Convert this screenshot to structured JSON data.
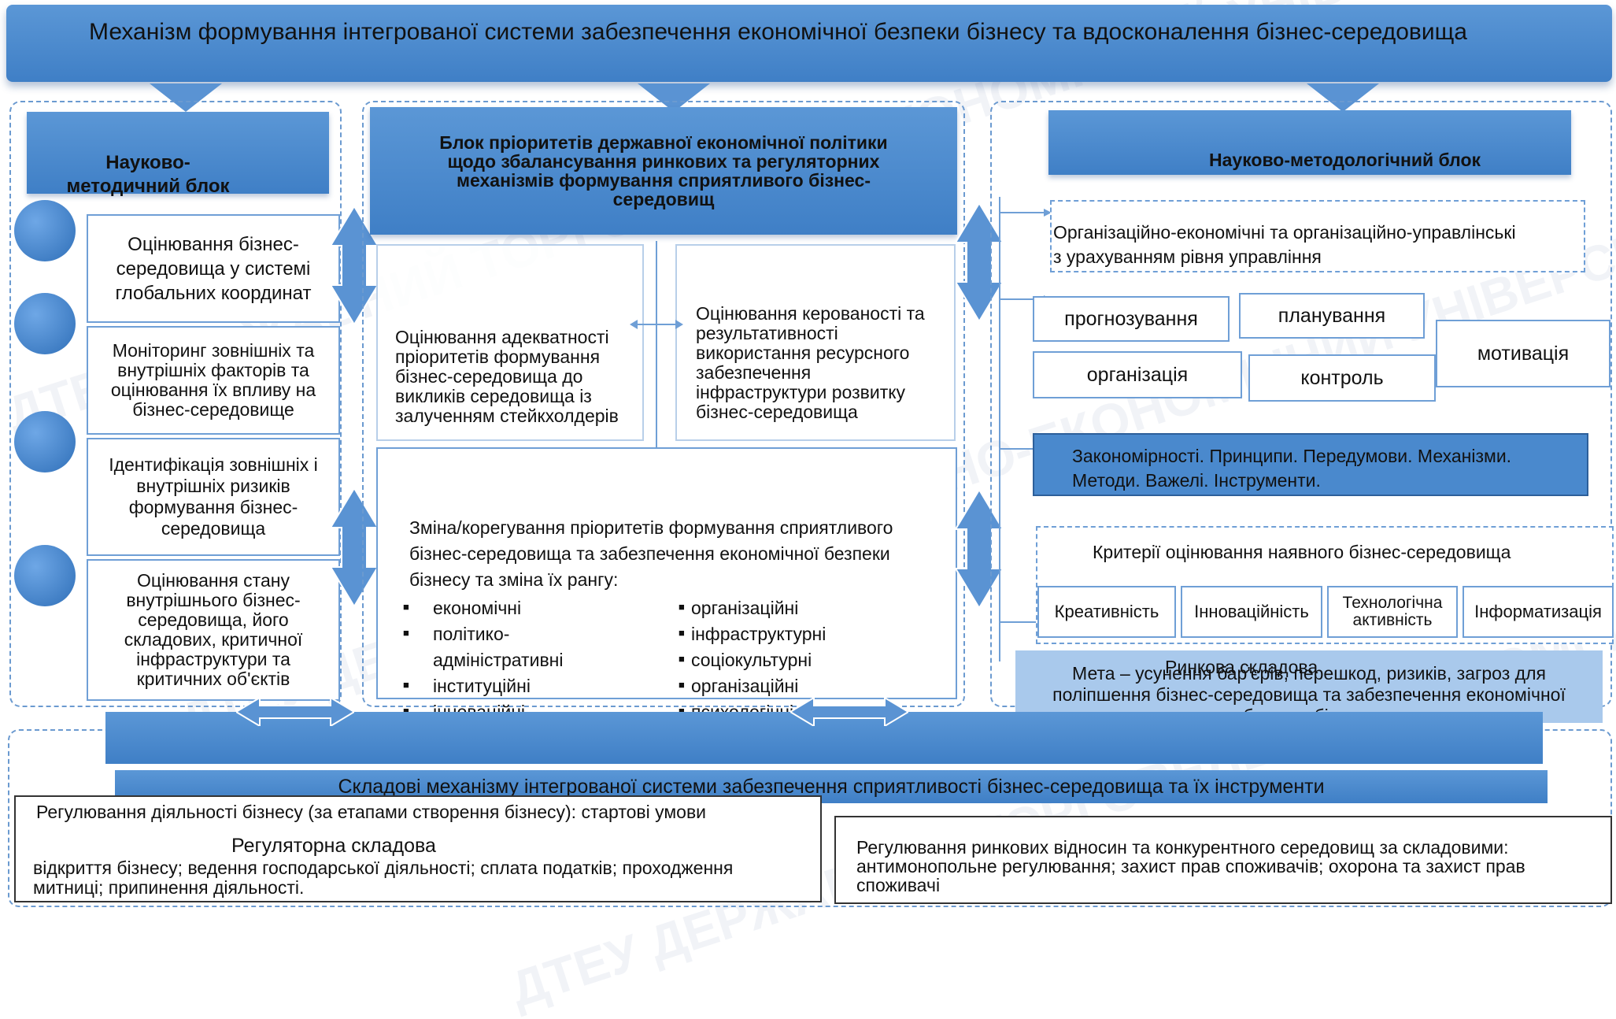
{
  "title": "Механізм формування інтегрованої системи забезпечення економічної безпеки бізнесу та вдосконалення бізнес-середовища",
  "left": {
    "header": "Науково- методичний блок",
    "items": [
      "Оцінювання бізнес-середовища у системі глобальних координат",
      "Моніторинг зовнішніх та внутрішніх факторів та оцінювання їх впливу на бізнес-середовище",
      "Ідентифікація зовнішніх і внутрішніх ризиків формування бізнес-середовища",
      "Оцінювання стану внутрішнього бізнес-середовища, його складових, критичної інфраструктури та критичних об'єктів"
    ]
  },
  "center": {
    "header": "Блок пріоритетів державної економічної політики щодо збалансування ринкових та регуляторних механізмів формування сприятливого бізнес-середовищ",
    "box_left": "Оцінювання адекватності пріоритетів формування бізнес-середовища до викликів середовища із залученням стейкхолдерів",
    "box_right": "Оцінювання керованості та результативності використання ресурсного забезпечення інфраструктури розвитку бізнес-середовища",
    "change_text": "Зміна/корегування пріоритетів формування сприятливого бізнес-середовища та забезпечення економічної безпеки бізнесу та зміна їх рангу:",
    "bullets_left": [
      "економічні",
      "політико-адміністративні",
      "інституційні",
      "інноваційні"
    ],
    "bullets_right": [
      "організаційні",
      "інфраструктурні",
      "соціокультурні",
      "організаційні",
      "психологічні"
    ]
  },
  "right": {
    "header": "Науково-методологічний блок",
    "org_text": "Організаційно-економічні та організаційно-управлінські з урахуванням рівня управління",
    "functions": {
      "forecast": "прогнозування",
      "planning": "планування",
      "motivation": "мотивація",
      "organization": "організація",
      "control": "контроль"
    },
    "laws": "Закономірності. Принципи. Передумови. Механізми. Методи. Важелі. Інструменти.",
    "criteria_title": "Критерії оцінювання наявного бізнес-середовища",
    "criteria": [
      "Креативність",
      "Інноваційність",
      "Технологічна активність",
      "Інформатизація"
    ],
    "market_label": "Ринкова складова",
    "goal": "Мета – усунення бар'єрів, перешкод, ризиків, загроз для поліпшення бізнес-середовища та забезпечення економічної безпеки бізнесу"
  },
  "bottom": {
    "header": "Складові механізму інтегрованої системи забезпечення сприятливості бізнес-середовища та їх інструменти",
    "left_title": "Регулювання діяльності бізнесу (за етапами створення бізнесу): стартові умови",
    "left_sub": "Регуляторна складова",
    "left_text": "відкриття бізнесу; ведення господарської діяльності; сплата податків; проходження митниці; припинення діяльності.",
    "right_text": "Регулювання ринкових відносин та конкурентного середовищ за складовими: антимонопольне регулювання; захист прав споживачів; охорона та захист прав споживачі"
  },
  "watermark_text": "ДТЕУ ДЕРЖАВНИЙ ТОРГОВЕЛЬНО-ЕКОНОМІЧНИЙ УНІВЕРСИТЕТ",
  "colors": {
    "bar_blue": "#4a89cd",
    "box_border": "#6f9fd6",
    "dash": "#6b9ad0"
  }
}
